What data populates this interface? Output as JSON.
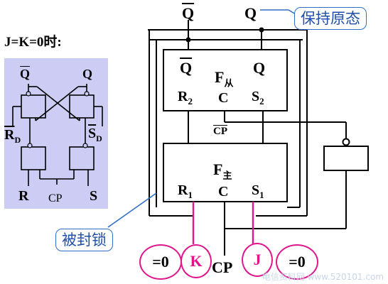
{
  "condition": "J=K=0时:",
  "inset": {
    "q_bar": "Q",
    "q": "Q",
    "rd": "R",
    "rd_sub": "D",
    "sd": "S",
    "sd_sub": "D",
    "r": "R",
    "cp": "CP",
    "s": "S"
  },
  "top_outputs": {
    "q_bar": "Q",
    "q": "Q"
  },
  "slave": {
    "q_bar": "Q",
    "q": "Q",
    "name": "F",
    "name_sub": "从",
    "r": "R",
    "r_sub": "2",
    "c": "C",
    "s": "S",
    "s_sub": "2"
  },
  "cp_bar": "CP",
  "master": {
    "name": "F",
    "name_sub": "主",
    "r": "R",
    "r_sub": "1",
    "c": "C",
    "s": "S",
    "s_sub": "1"
  },
  "callout_hold": "保持原态",
  "callout_locked": "被封锁",
  "bottom": {
    "eq0_left": "=0",
    "k": "K",
    "cp": "CP",
    "j": "J",
    "eq0_right": "=0"
  },
  "watermark": "电信资料网 www.520101.com",
  "colors": {
    "inset_bg": "#ccccf4",
    "callout_border": "#2f6fc7",
    "callout_text": "#1f4fa8",
    "highlight": "#e0168c"
  }
}
